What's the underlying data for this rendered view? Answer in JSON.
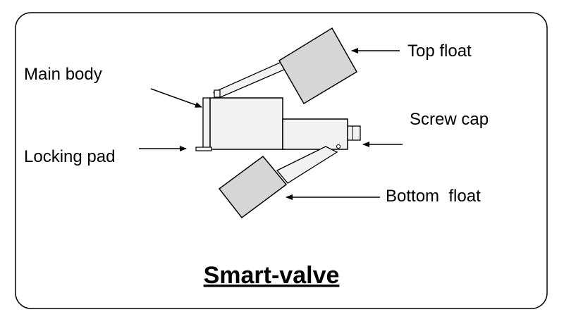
{
  "diagram": {
    "title": "Smart-valve",
    "labels": {
      "main_body": "Main body",
      "locking_pad": "Locking pad",
      "top_float": "Top float",
      "screw_cap": "Screw cap",
      "bottom_float": "Bottom  float"
    },
    "colors": {
      "float_fill": "#d6d6d6",
      "body_fill": "#f2f2f2",
      "stroke": "#000000",
      "background": "#ffffff"
    }
  }
}
